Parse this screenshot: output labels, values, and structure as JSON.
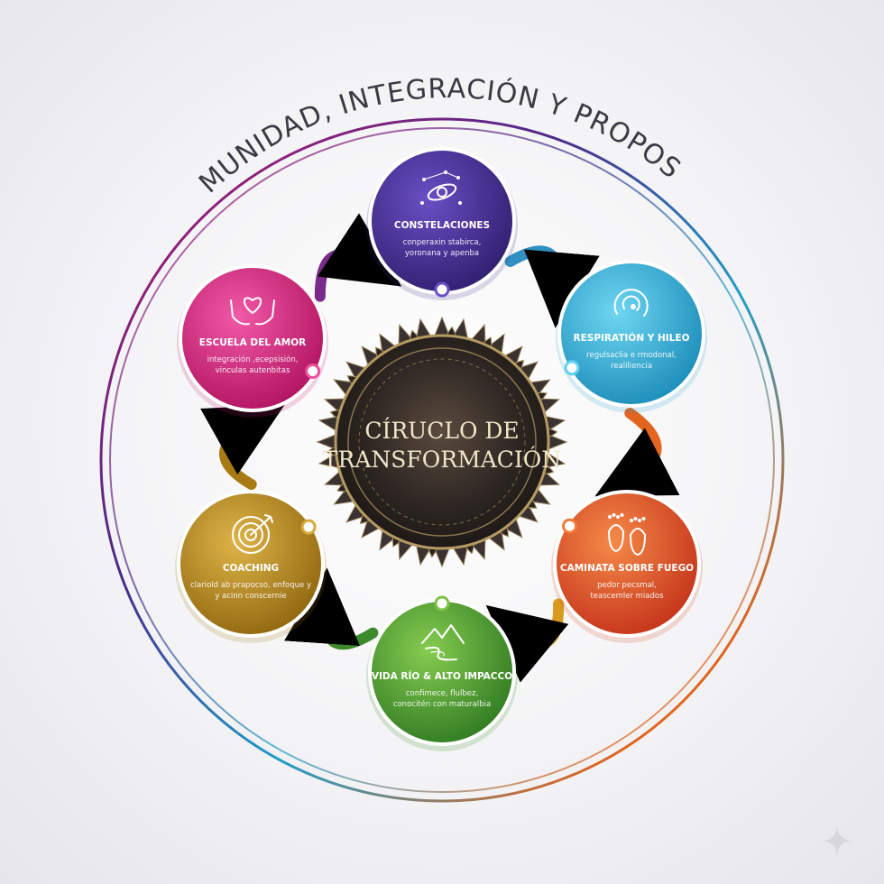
{
  "title": "COMUNIDAD, INTEGRACIÓN Y PROPOSTO",
  "center": {
    "line1": "CÍRUCLO DE",
    "line2": "TRANSFORMACIÓN"
  },
  "nodes": [
    {
      "key": "constelaciones",
      "title": "CONSTELACIONES",
      "sub1": "conperaxin stabirca,",
      "sub2": "yoronana y apenba",
      "color": "#3b2a86",
      "color_light": "#6a4fc4",
      "icon": "constellation-icon"
    },
    {
      "key": "respiracion",
      "title": "RESPIRATIÓN Y HILEO",
      "sub1": "regulsaclia e rmodonal,",
      "sub2": "realiliencia",
      "color": "#1f9fc9",
      "color_light": "#5fd0ef",
      "icon": "breath-icon"
    },
    {
      "key": "caminata",
      "title": "CAMINATA SOBRE FUEGO",
      "sub1": "pedor pecsmal,",
      "sub2": "teascemler miados",
      "color": "#d8401d",
      "color_light": "#f47a3c",
      "icon": "footprints-icon"
    },
    {
      "key": "vida-rio",
      "title": "VIDA RÍO & ALTO IMPACCO",
      "sub1": "confimece, flulbez,",
      "sub2": "conocitén con maturalbia",
      "color": "#3c8a2a",
      "color_light": "#7cc447",
      "icon": "mountain-river-icon"
    },
    {
      "key": "coaching",
      "title": "COACHING",
      "sub1": "clariold ab prapocso, enfoque y",
      "sub2": "y acinn conscernie",
      "color": "#a87a13",
      "color_light": "#d6a93a",
      "icon": "target-icon"
    },
    {
      "key": "escuela",
      "title": "ESCUELA DEL AMOR",
      "sub1": "integración ,ecepsisión,",
      "sub2": "vinculas autenbitas",
      "color": "#c4176f",
      "color_light": "#ee4ea0",
      "icon": "heart-hands-icon"
    }
  ]
}
